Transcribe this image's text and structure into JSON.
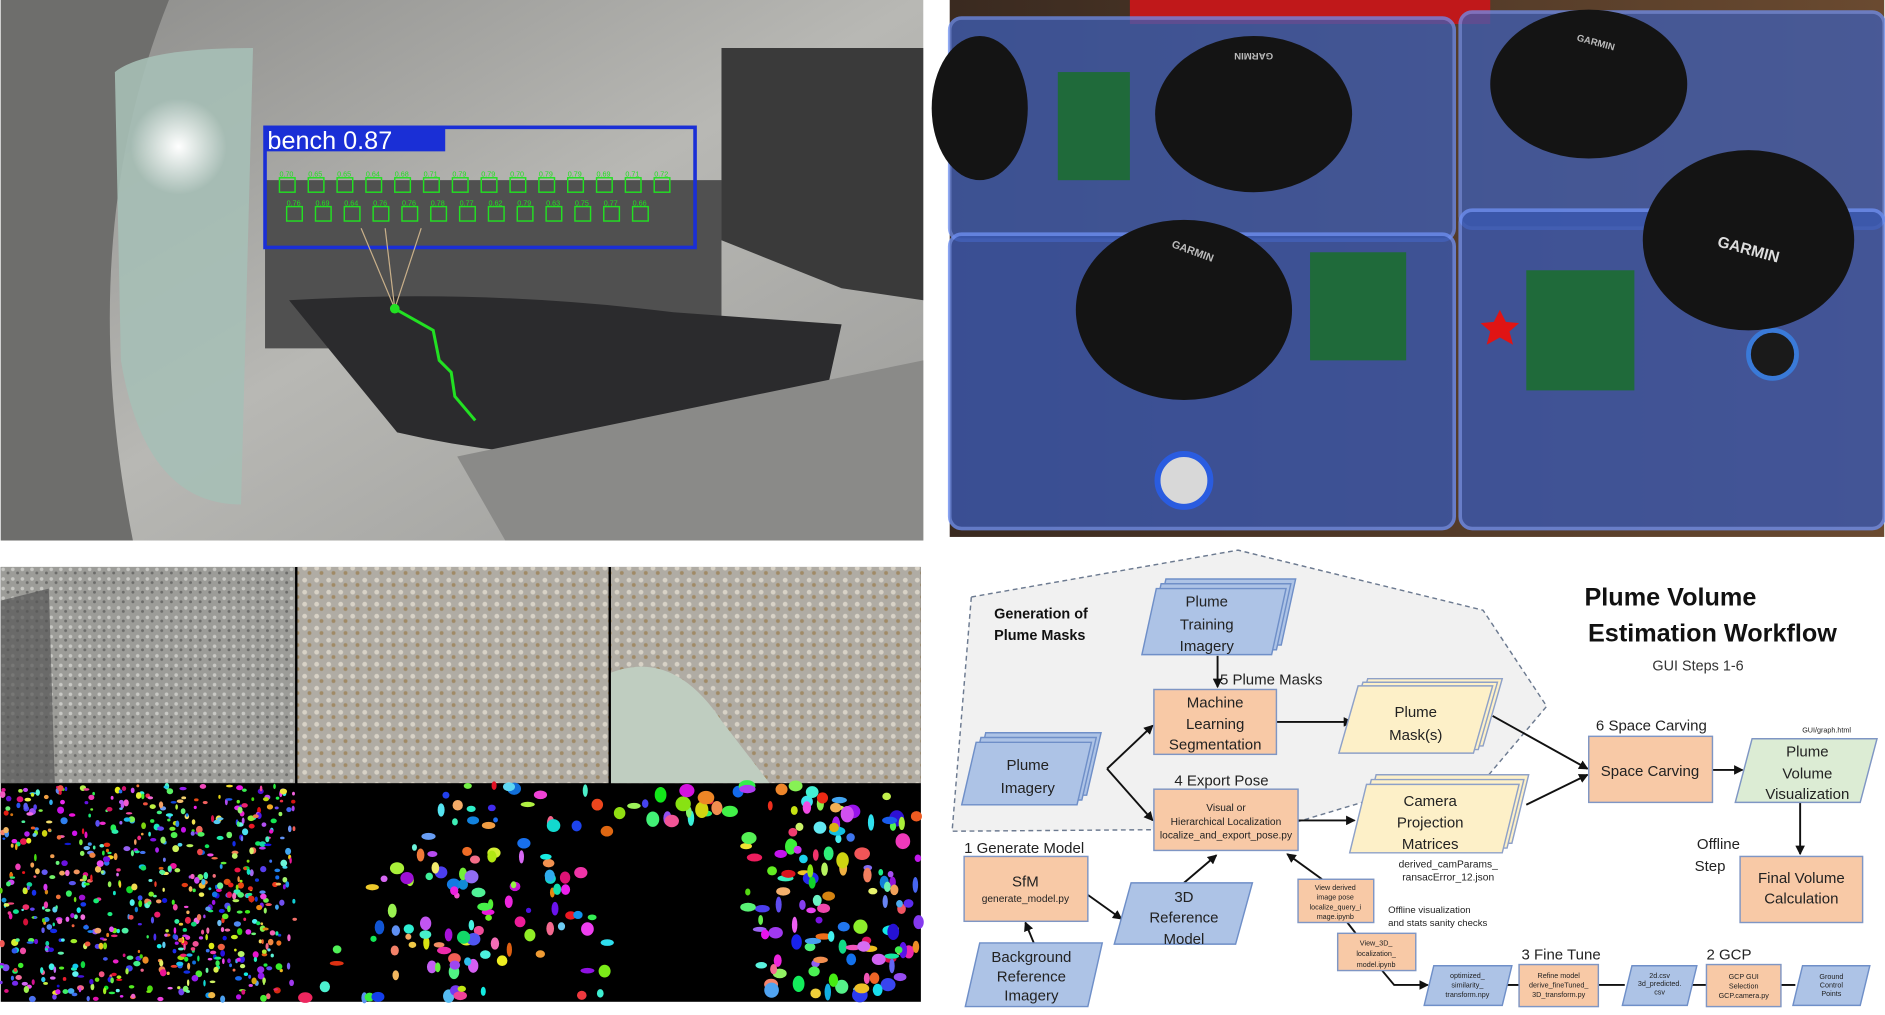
{
  "detection_photo": {
    "label": "bench 0.87",
    "box_color": "#1a2fd6",
    "sub_box_color": "#22e022",
    "confidences": [
      "0.70",
      "0.65",
      "0.65",
      "0.64",
      "0.68",
      "0.71",
      "0.79",
      "0.79",
      "0.70",
      "0.79",
      "0.79",
      "0.69",
      "0.71",
      "0.72",
      "0.76",
      "0.69",
      "0.64",
      "0.76",
      "0.76",
      "0.78",
      "0.77",
      "0.62",
      "0.79",
      "0.63",
      "0.75",
      "0.77",
      "0.66"
    ]
  },
  "device_photo": {
    "logo": "GARMIN"
  },
  "diagram": {
    "title_line1": "Plume Volume",
    "title_line2": "Estimation Workflow",
    "subtitle": "GUI Steps 1-6",
    "group_label": [
      "Generation of",
      "Plume Masks"
    ],
    "steps": {
      "s1": "1 Generate Model",
      "s2": "2 GCP",
      "s3": "3 Fine Tune",
      "s4": "4 Export Pose",
      "s5": "5 Plume Masks",
      "s6": "6 Space Carving"
    },
    "nodes": {
      "training": [
        "Plume",
        "Training",
        "Imagery"
      ],
      "ml": [
        "Machine",
        "Learning",
        "Segmentation"
      ],
      "masks": [
        "Plume",
        "Mask(s)"
      ],
      "imagery": [
        "Plume",
        "Imagery"
      ],
      "localize": [
        "Visual or",
        "Hierarchical Localization",
        "localize_and_export_pose.py"
      ],
      "camera": [
        "Camera",
        "Projection",
        "Matrices"
      ],
      "camera_file": [
        "derived_camParams_",
        "ransacError_12.json"
      ],
      "carving": "Space Carving",
      "viz_file": "GUI/graph.html",
      "viz": [
        "Plume",
        "Volume",
        "Visualization"
      ],
      "offline": [
        "Offline",
        "Step"
      ],
      "final": [
        "Final Volume",
        "Calculation"
      ],
      "sfm": [
        "SfM",
        "generate_model.py"
      ],
      "ref_model": [
        "3D",
        "Reference",
        "Model"
      ],
      "view_pose": [
        "View derived",
        "image pose",
        "localize_query_i",
        "mage.ipynb"
      ],
      "view_3d": [
        "View_3D_",
        "localization_",
        "model.ipynb"
      ],
      "offline_note": [
        "Offline visualization",
        "and stats sanity checks"
      ],
      "background": [
        "Background",
        "Reference",
        "Imagery"
      ],
      "transform": [
        "optimized_",
        "similarity_",
        "transform.npy"
      ],
      "refine": [
        "Refine model",
        "derive_fineTuned_",
        "3D_transform.py"
      ],
      "csv": [
        "2d.csv",
        "3d_predicted.",
        "csv"
      ],
      "gcp_gui": [
        "GCP GUI",
        "Selection",
        "GCP.camera.py"
      ],
      "gcp_points": [
        "Ground",
        "Control",
        "Points"
      ]
    },
    "colors": {
      "process": "#f8c9a6",
      "data": "#adc3e6",
      "output": "#fdf0c8",
      "visualization": "#dcecd4"
    }
  }
}
